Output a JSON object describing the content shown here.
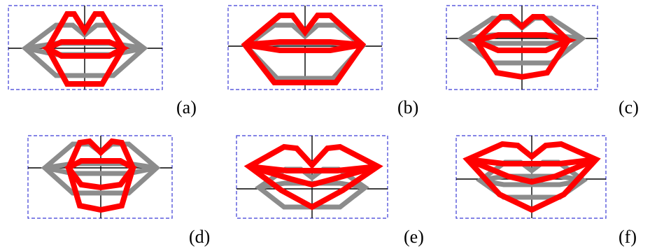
{
  "figure": {
    "neutral_color": "#8c8c8c",
    "expression_color": "#ff0000",
    "frame_color": "#3b3bd6",
    "panels": [
      {
        "label": "(a)"
      },
      {
        "label": "(b)"
      },
      {
        "label": "(c)"
      },
      {
        "label": "(d)"
      },
      {
        "label": "(e)"
      },
      {
        "label": "(f)"
      }
    ]
  }
}
